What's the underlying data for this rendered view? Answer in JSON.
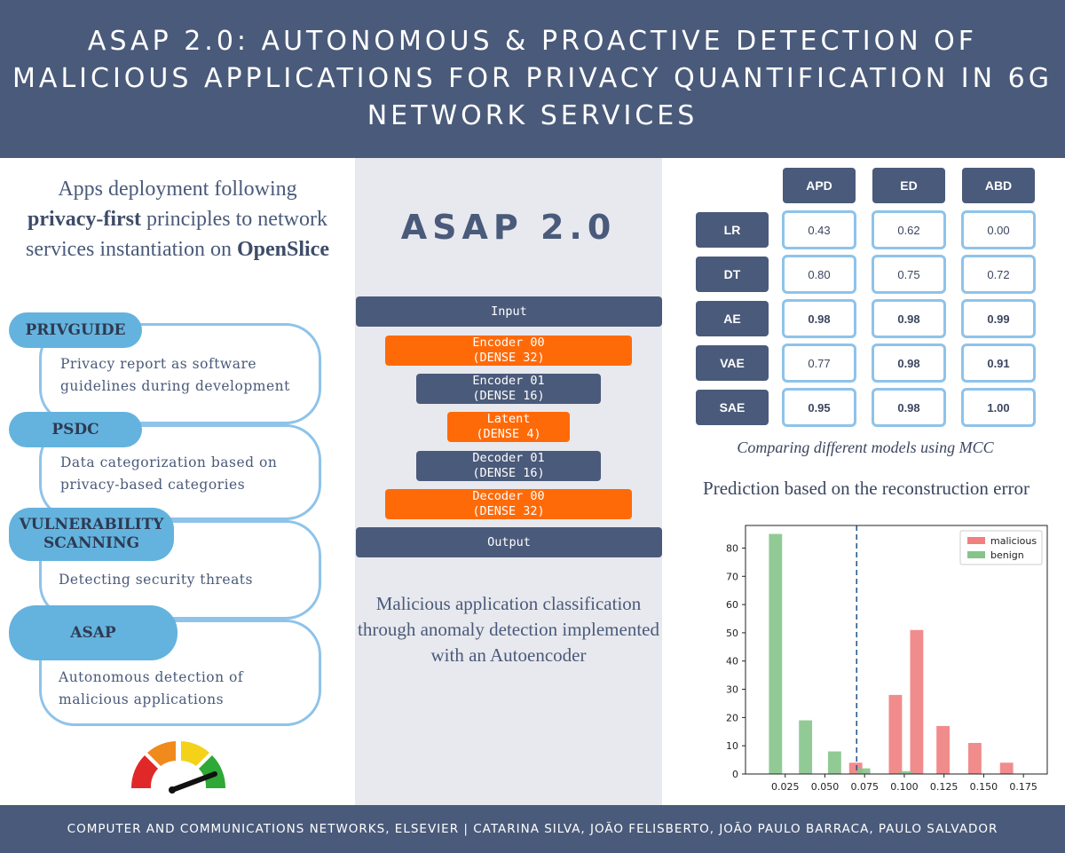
{
  "header": {
    "title": "ASAP 2.0: AUTONOMOUS & PROACTIVE DETECTION OF MALICIOUS APPLICATIONS FOR PRIVACY QUANTIFICATION IN 6G NETWORK SERVICES"
  },
  "intro": {
    "part1": "Apps deployment following ",
    "bold1": "privacy-first",
    "part2": " principles to network services instantiation on ",
    "bold2": "OpenSlice"
  },
  "stages": [
    {
      "name": "PRIVGUIDE",
      "description": "Privacy report as software guidelines during development"
    },
    {
      "name": "PSDC",
      "description": "Data categorization based on privacy-based categories"
    },
    {
      "name": "VULNERABILITY SCANNING",
      "description": "Detecting security threats"
    },
    {
      "name": "ASAP",
      "description": "Autonomous detection of malicious applications"
    }
  ],
  "middle": {
    "title": "ASAP 2.0",
    "layers": [
      {
        "line1": "Input",
        "line2": ""
      },
      {
        "line1": "Encoder 00",
        "line2": "(DENSE 32)"
      },
      {
        "line1": "Encoder 01",
        "line2": "(DENSE 16)"
      },
      {
        "line1": "Latent",
        "line2": "(DENSE 4)"
      },
      {
        "line1": "Decoder 01",
        "line2": "(DENSE 16)"
      },
      {
        "line1": "Decoder 00",
        "line2": "(DENSE 32)"
      },
      {
        "line1": "Output",
        "line2": ""
      }
    ],
    "caption": "Malicious application classification through anomaly detection implemented with an Autoencoder"
  },
  "table": {
    "columns": [
      "APD",
      "ED",
      "ABD"
    ],
    "rows": [
      {
        "model": "LR",
        "values": [
          "0.43",
          "0.62",
          "0.00"
        ],
        "bold": [
          false,
          false,
          false
        ]
      },
      {
        "model": "DT",
        "values": [
          "0.80",
          "0.75",
          "0.72"
        ],
        "bold": [
          false,
          false,
          false
        ]
      },
      {
        "model": "AE",
        "values": [
          "0.98",
          "0.98",
          "0.99"
        ],
        "bold": [
          true,
          true,
          true
        ]
      },
      {
        "model": "VAE",
        "values": [
          "0.77",
          "0.98",
          "0.91"
        ],
        "bold": [
          false,
          true,
          true
        ]
      },
      {
        "model": "SAE",
        "values": [
          "0.95",
          "0.98",
          "1.00"
        ],
        "bold": [
          true,
          true,
          true
        ]
      }
    ],
    "caption": "Comparing different models using MCC"
  },
  "chart_title": "Prediction based on the reconstruction error",
  "colors": {
    "slate": "#4a5a7a",
    "orange": "#ff6a08",
    "light_blue": "#8ec3ea",
    "pill_blue": "#64b3de",
    "malicious": "#f08080",
    "benign": "#86c48a",
    "threshold": "#2a5a8a"
  },
  "chart_data": {
    "type": "bar",
    "title": "Prediction based on the reconstruction error",
    "xlabel": "",
    "ylabel": "",
    "xlim": [
      0,
      0.19
    ],
    "ylim": [
      0,
      88
    ],
    "xticks": [
      0.025,
      0.05,
      0.075,
      0.1,
      0.125,
      0.15,
      0.175
    ],
    "xtick_labels": [
      "0.025",
      "0.050",
      "0.075",
      "0.100",
      "0.125",
      "0.150",
      "0.175"
    ],
    "yticks": [
      0,
      10,
      20,
      30,
      40,
      50,
      60,
      70,
      80
    ],
    "threshold_x": 0.07,
    "bar_width": 0.0083,
    "legend_position": "top-right",
    "series": [
      {
        "name": "malicious",
        "color": "#f08080",
        "x": [
          0.0694,
          0.0944,
          0.1078,
          0.1244,
          0.1444,
          0.1644
        ],
        "values": [
          4,
          28,
          51,
          17,
          11,
          4
        ]
      },
      {
        "name": "benign",
        "color": "#86c48a",
        "x": [
          0.0189,
          0.0378,
          0.0561,
          0.0744,
          0.1011
        ],
        "values": [
          85,
          19,
          8,
          2,
          1
        ]
      }
    ],
    "grid": false
  }
}
